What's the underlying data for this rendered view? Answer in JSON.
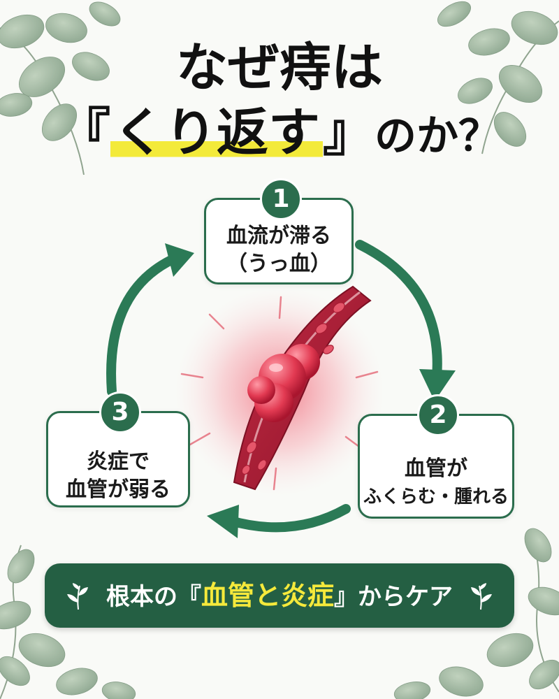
{
  "title": {
    "line1": "なぜ痔は",
    "line2_open": "『",
    "line2_highlight": "くり返す",
    "line2_close": "』",
    "line2_tail": "のか？"
  },
  "cycle": {
    "steps": [
      {
        "number": "1",
        "lines": [
          "血流が滞る",
          "（うっ血）"
        ]
      },
      {
        "number": "2",
        "lines": [
          "血管が",
          "ふくらむ・腫れる"
        ]
      },
      {
        "number": "3",
        "lines": [
          "炎症で",
          "血管が弱る"
        ]
      }
    ]
  },
  "banner": {
    "pre": "根本の『",
    "highlight": "血管と炎症",
    "post": "』からケア"
  },
  "icons": {
    "cycle_arrow": "curved-arrow-icon",
    "blood_vessel": "swollen-blood-vessel-illustration",
    "sprig": "leaf-sprig-icon",
    "decoration": "eucalyptus-leaves"
  },
  "colors": {
    "primary_green": "#245f43",
    "highlight_yellow": "#f3ea3a",
    "vessel_red": "#c92b45"
  }
}
